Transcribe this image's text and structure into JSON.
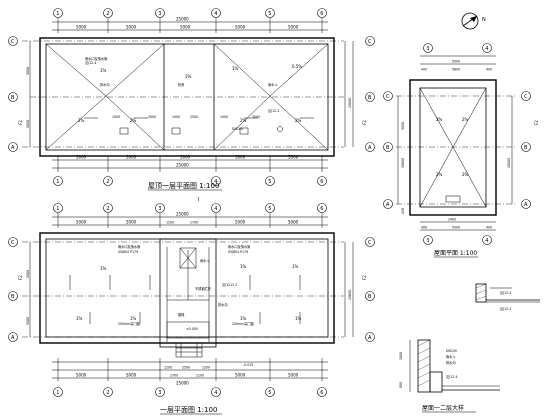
{
  "grids": {
    "numbers": [
      "1",
      "2",
      "3",
      "4",
      "5",
      "6"
    ],
    "letters": [
      "A",
      "B",
      "C"
    ],
    "small_numbers": [
      "3",
      "4"
    ]
  },
  "dims": {
    "span": "5000",
    "total": "25000",
    "depth": "10000",
    "roof_total": "10800",
    "side_total": "10600",
    "small_width": "5000",
    "small_total": "5800",
    "small_pieces": [
      "400",
      "400",
      "3000",
      "600",
      "2400",
      "450",
      "450"
    ],
    "roof_segs": [
      "1000",
      "3000",
      "1000",
      "2500",
      "1000",
      "3000"
    ],
    "stair_segs": [
      "1200",
      "2500",
      "1200"
    ],
    "stair_top_segs": [
      "1200",
      "1700"
    ],
    "bottom_segs": [
      "2700",
      "2100"
    ],
    "stair_side": [
      "10300",
      "10300"
    ],
    "section_heights": [
      "1000",
      "900"
    ]
  },
  "labels": {
    "roof_plan_title": "屋顶一层平面图 1:100",
    "first_floor_title": "一层平面图 1:100",
    "small_plan_title": "屋面平面 1:100",
    "detail_title": "屋面一二层大样",
    "section_mark": "I",
    "slopes": [
      "1%",
      "2%",
      "0.5%"
    ],
    "rooms": [
      "楼梯",
      "机房",
      "卫生间"
    ],
    "notes": [
      "雨水口及落水管",
      "见J12-4",
      "见J12-2",
      "DN100",
      "雨水斗",
      "排水沟",
      "200mm高门槛",
      "±0.000",
      "-0.015",
      "05J804 P179",
      "不锈钢栏杆",
      "见J1212 2"
    ],
    "f_label": "F2",
    "north_letter": "N"
  },
  "colors": {
    "line": "#000000",
    "background": "#ffffff"
  }
}
